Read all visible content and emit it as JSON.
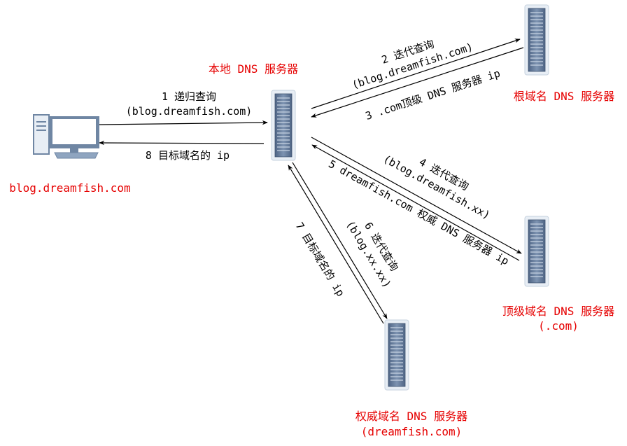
{
  "colors": {
    "label_red": "#e60000",
    "server_dark": "#5b7290",
    "server_light": "#8fa5c0",
    "server_shell": "#e8eef5",
    "monitor_frame": "#6f86a3",
    "monitor_screen": "#ffffff"
  },
  "nodes": {
    "client": {
      "icon": "computer-icon",
      "label": "blog.dreamfish.com"
    },
    "local_dns": {
      "icon": "server-icon",
      "label": "本地 DNS 服务器"
    },
    "root_dns": {
      "icon": "server-icon",
      "label": "根域名 DNS 服务器"
    },
    "tld_dns": {
      "icon": "server-icon",
      "label_line1": "顶级域名 DNS 服务器",
      "label_line2": "(.com)"
    },
    "auth_dns": {
      "icon": "server-icon",
      "label_line1": "权威域名 DNS 服务器",
      "label_line2": "(dreamfish.com)"
    }
  },
  "edges": {
    "step1": {
      "line1": "1 递归查询",
      "line2": "(blog.dreamfish.com)"
    },
    "step2": {
      "line1": "2 迭代查询",
      "line2": "(blog.dreamfish.com)"
    },
    "step3": {
      "line1": "3 .com顶级 DNS 服务器 ip"
    },
    "step4": {
      "line1": "4 迭代查询",
      "line2": "(blog.dreamfish.xx)"
    },
    "step5": {
      "line1": "5 dreamfish.com 权威 DNS 服务器 ip"
    },
    "step6": {
      "line1": "6 迭代查询",
      "line2": "(blog.xx.xx)"
    },
    "step7": {
      "line1": "7 目标域名的 ip"
    },
    "step8": {
      "line1": "8 目标域名的 ip"
    }
  }
}
